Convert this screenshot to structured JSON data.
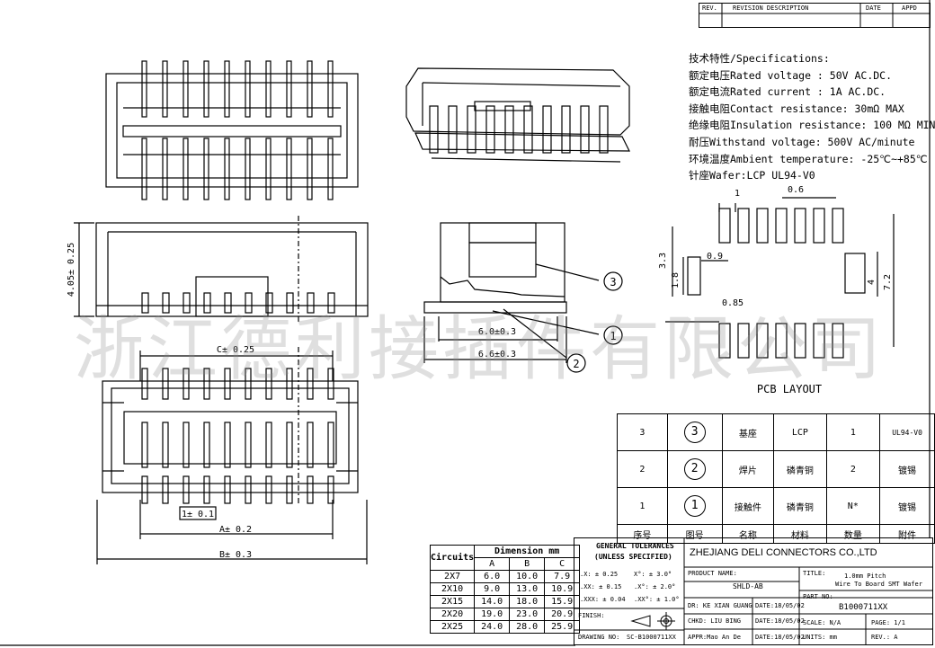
{
  "specs": {
    "title": "技术特性/Specifications:",
    "lines": [
      "额定电压Rated voltage : 50V AC.DC.",
      "额定电流Rated current : 1A AC.DC.",
      "接触电阻Contact resistance: 30mΩ MAX",
      "绝缘电阻Insulation resistance: 100 MΩ MIN",
      "耐压Withstand voltage: 500V AC/minute",
      "环境温度Ambient temperature: -25℃~+85℃",
      "针座Wafer:LCP UL94-V0"
    ]
  },
  "revision_block": {
    "rev": "REV.",
    "desc": "REVISION DESCRIPTION",
    "date": "DATE",
    "appd": "APPD"
  },
  "watermark": "浙江德利接插件有限公司",
  "dimensions": {
    "height": "4.05± 0.25",
    "c": "C± 0.25",
    "pitch": "1± 0.1",
    "a": "A± 0.2",
    "b": "B± 0.3",
    "side_inner": "6.0±0.3",
    "side_outer": "6.6±0.3"
  },
  "callouts": {
    "c1": "1",
    "c2": "2",
    "c3": "3"
  },
  "pcb": {
    "caption": "PCB LAYOUT",
    "dims": {
      "w1": "1",
      "w06": "0.6",
      "h33": "3.3",
      "w09": "0.9",
      "h18": "1.8",
      "w085": "0.85",
      "h4": "4",
      "h72": "7.2"
    }
  },
  "parts": {
    "headers": [
      "序号",
      "图号",
      "名称",
      "材料",
      "数量",
      "附件"
    ],
    "rows": [
      {
        "no": "3",
        "fig": "3",
        "name": "基座",
        "material": "LCP",
        "qty": "1",
        "note": "UL94-V0"
      },
      {
        "no": "2",
        "fig": "2",
        "name": "焊片",
        "material": "磷青铜",
        "qty": "2",
        "note": "镀锡"
      },
      {
        "no": "1",
        "fig": "1",
        "name": "接触件",
        "material": "磷青铜",
        "qty": "N*",
        "note": "镀锡"
      }
    ]
  },
  "dimension_table": {
    "circuits_label": "Circuits",
    "title": "Dimension mm",
    "cols": [
      "A",
      "B",
      "C"
    ],
    "rows": [
      [
        "2X7",
        "6.0",
        "10.0",
        "7.9"
      ],
      [
        "2X10",
        "9.0",
        "13.0",
        "10.9"
      ],
      [
        "2X15",
        "14.0",
        "18.0",
        "15.9"
      ],
      [
        "2X20",
        "19.0",
        "23.0",
        "20.9"
      ],
      [
        "2X25",
        "24.0",
        "28.0",
        "25.9"
      ]
    ]
  },
  "title_block": {
    "tolerance_title": "GENERAL TOLERANCES",
    "tolerance_sub": "(UNLESS SPECIFIED)",
    "tol": [
      ".X: ± 0.25",
      "X°: ± 3.0°",
      ".XX: ± 0.15",
      ".X°: ± 2.0°",
      ".XXX: ± 0.04",
      ".XX°: ± 1.0°"
    ],
    "finish": "FINISH:",
    "drawing_no_label": "DRAWING NO:",
    "drawing_no": "SC-B1000711XX",
    "company": "ZHEJIANG DELI CONNECTORS CO.,LTD",
    "product_name_label": "PRODUCT NAME:",
    "product_name": "SHLD-AB",
    "title_label": "TITLE:",
    "title_line1": "1.0mm Pitch",
    "title_line2": "Wire To Board SMT Wafer",
    "part_no_label": "PART NO:",
    "part_no": "B1000711XX",
    "dr": "DR: KE XIAN GUANG",
    "dr_date": "DATE:18/05/02",
    "chkd": "CHKD: LIU BING",
    "chkd_date": "DATE:18/05/02",
    "appr": "APPR:Mao An De",
    "appr_date": "DATE:18/05/02",
    "scale": "SCALE: N/A",
    "page": "PAGE: 1/1",
    "units": "UNITS: mm",
    "rev": "REV.: A"
  }
}
